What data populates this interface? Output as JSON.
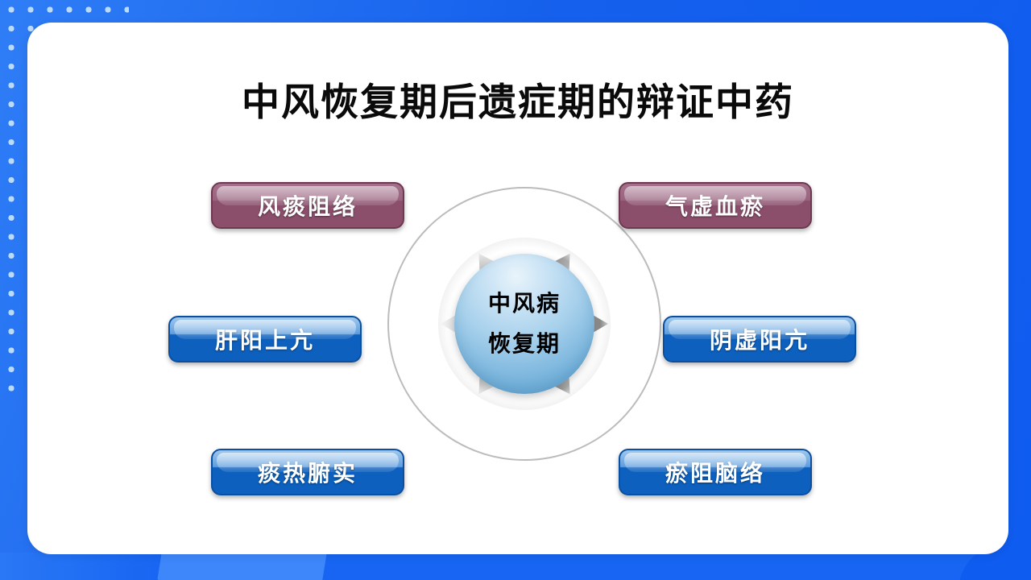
{
  "slide": {
    "title": "中风恢复期后遗症期的辩证中药",
    "background_color": "#1560ec",
    "card_color": "#ffffff",
    "dot_color": "#bcdafb"
  },
  "center": {
    "line1": "中风病",
    "line2": "恢复期",
    "sphere_color": "#a8d1ec",
    "ring_color": "#bcbcbc"
  },
  "nodes": [
    {
      "id": "top-left",
      "label": "风痰阻络",
      "color": "#8b4f6c",
      "style": "purple"
    },
    {
      "id": "top-right",
      "label": "气虚血瘀",
      "color": "#8b4f6c",
      "style": "purple"
    },
    {
      "id": "middle-left",
      "label": "肝阳上亢",
      "color": "#0d60be",
      "style": "blue"
    },
    {
      "id": "middle-right",
      "label": "阴虚阳亢",
      "color": "#0d60be",
      "style": "blue"
    },
    {
      "id": "bottom-left",
      "label": "痰热腑实",
      "color": "#0d60be",
      "style": "blue"
    },
    {
      "id": "bottom-right",
      "label": "瘀阻脑络",
      "color": "#0d60be",
      "style": "blue"
    }
  ],
  "arrows": {
    "count": 6,
    "color_start": "#efefef",
    "color_end": "#7e7e7e",
    "directions": [
      "up-left",
      "up-right",
      "left",
      "right",
      "down-left",
      "down-right"
    ]
  }
}
